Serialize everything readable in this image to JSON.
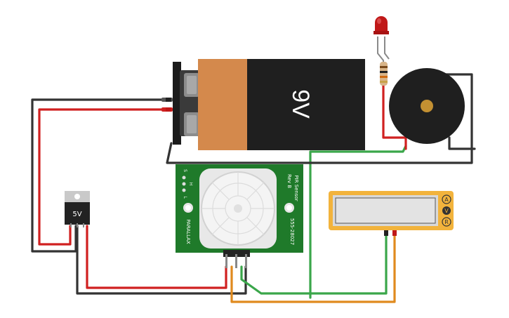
{
  "battery": {
    "label": "9V",
    "colors": {
      "top": "#d4894c",
      "body": "#1f1f1f",
      "terminal": "#2a2a2a"
    }
  },
  "regulator": {
    "label": "5V",
    "colors": {
      "body": "#222222",
      "tab": "#c9c9c9"
    }
  },
  "pir_sensor": {
    "title_line1": "PIR Sensor",
    "title_line2": "Rev B",
    "brand": "PARALLAX",
    "part_number": "555-28027",
    "jumper_labels": [
      "S",
      "H",
      "L"
    ],
    "colors": {
      "board": "#1f7a2a",
      "dome": "#f2f2f2"
    }
  },
  "multimeter": {
    "mode_buttons": [
      "A",
      "V",
      "R"
    ],
    "display_value": "",
    "colors": {
      "body": "#f2b33c",
      "screen": "#e3e3e3"
    }
  },
  "led": {
    "color": "#c01818"
  },
  "buzzer": {
    "color": "#1f1f1f",
    "center": "#c39032"
  },
  "wire_colors": {
    "red": "#d02020",
    "black": "#333333",
    "green": "#3aa64a",
    "orange": "#e08a1e"
  }
}
